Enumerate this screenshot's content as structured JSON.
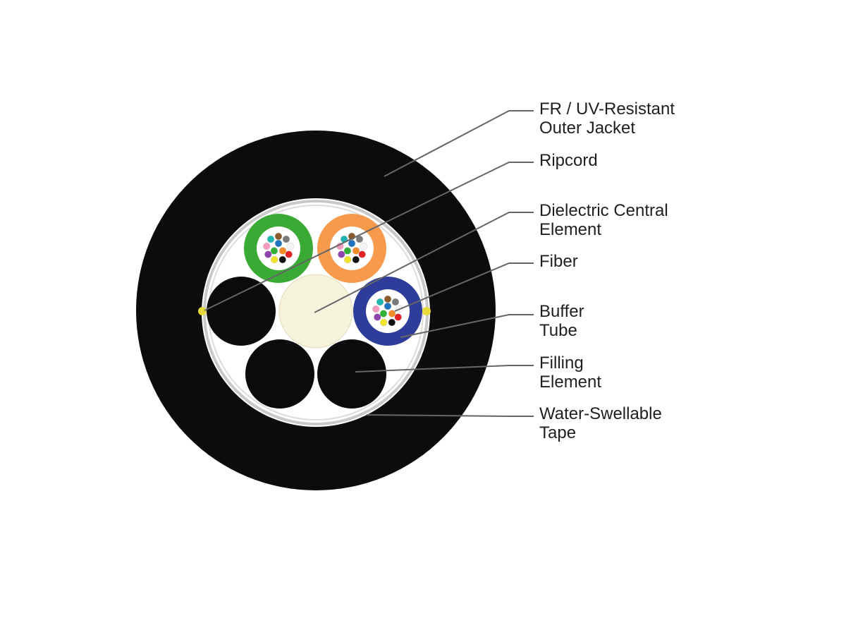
{
  "labels": {
    "outer_jacket": [
      "FR / UV-Resistant",
      "Outer Jacket"
    ],
    "ripcord": [
      "Ripcord"
    ],
    "central_element": [
      "Dielectric Central",
      "Element"
    ],
    "fiber": [
      "Fiber"
    ],
    "buffer_tube": [
      "Buffer",
      "Tube"
    ],
    "filling_element": [
      "Filling",
      "Element"
    ],
    "water_tape": [
      "Water-Swellable",
      "Tape"
    ]
  },
  "colors": {
    "jacket": "#0c0c0c",
    "inner_fill": "#ffffff",
    "tape": "#c9c9c9",
    "central_element": "#f6f3dc",
    "filler": "#0b0b0b",
    "ripcord": "#e6da3a",
    "tube_green": "#3aaa35",
    "tube_orange": "#f79a4c",
    "tube_blue": "#2f3d9a",
    "leader_line": "#666666",
    "text": "#1f1f1f"
  },
  "fiber_colors": [
    "#1e73be",
    "#f28c28",
    "#2eb135",
    "#8b5a2b",
    "#7a7a7a",
    "#f5f5f5",
    "#e42324",
    "#111111",
    "#f2e32b",
    "#8e44ad",
    "#f49ac2",
    "#1fb5b0"
  ]
}
